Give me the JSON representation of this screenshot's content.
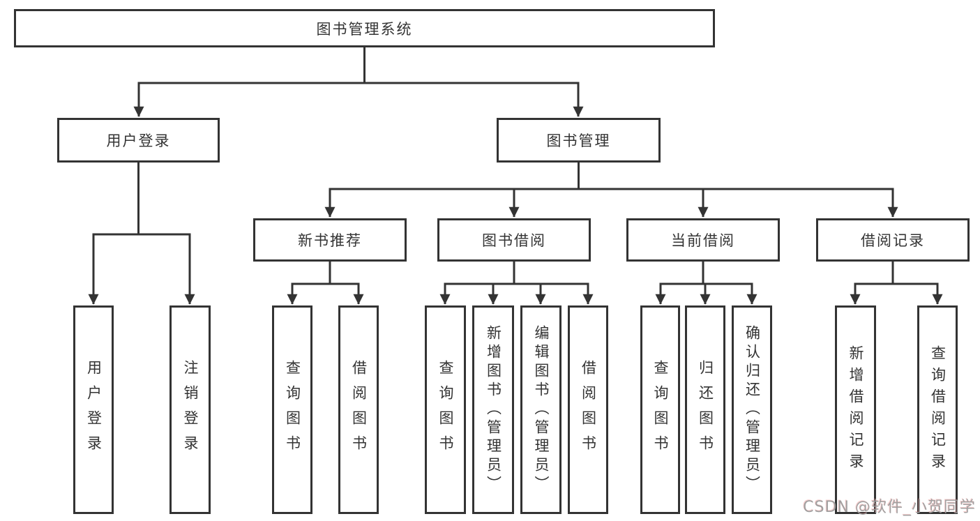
{
  "diagram": {
    "root": {
      "label": "图书管理系统"
    },
    "level2": [
      {
        "label": "用户登录"
      },
      {
        "label": "图书管理"
      }
    ],
    "level3": [
      {
        "label": "新书推荐"
      },
      {
        "label": "图书借阅"
      },
      {
        "label": "当前借阅"
      },
      {
        "label": "借阅记录"
      }
    ],
    "leaves": {
      "user_login": [
        "用户登录",
        "注销登录"
      ],
      "new_book_recommend": [
        "查询图书",
        "借阅图书"
      ],
      "book_borrow": [
        "查询图书",
        "新增图书（管理员）",
        "编辑图书（管理员）",
        "借阅图书"
      ],
      "current_borrow": [
        "查询图书",
        "归还图书",
        "确认归还（管理员）"
      ],
      "borrow_records": [
        "新增借阅记录",
        "查询借阅记录"
      ]
    }
  },
  "watermark": "CSDN @软件_小贺同学",
  "colors": {
    "line": "#333333",
    "text": "#333333",
    "background": "#ffffff",
    "watermark": "#9a9a9a"
  }
}
